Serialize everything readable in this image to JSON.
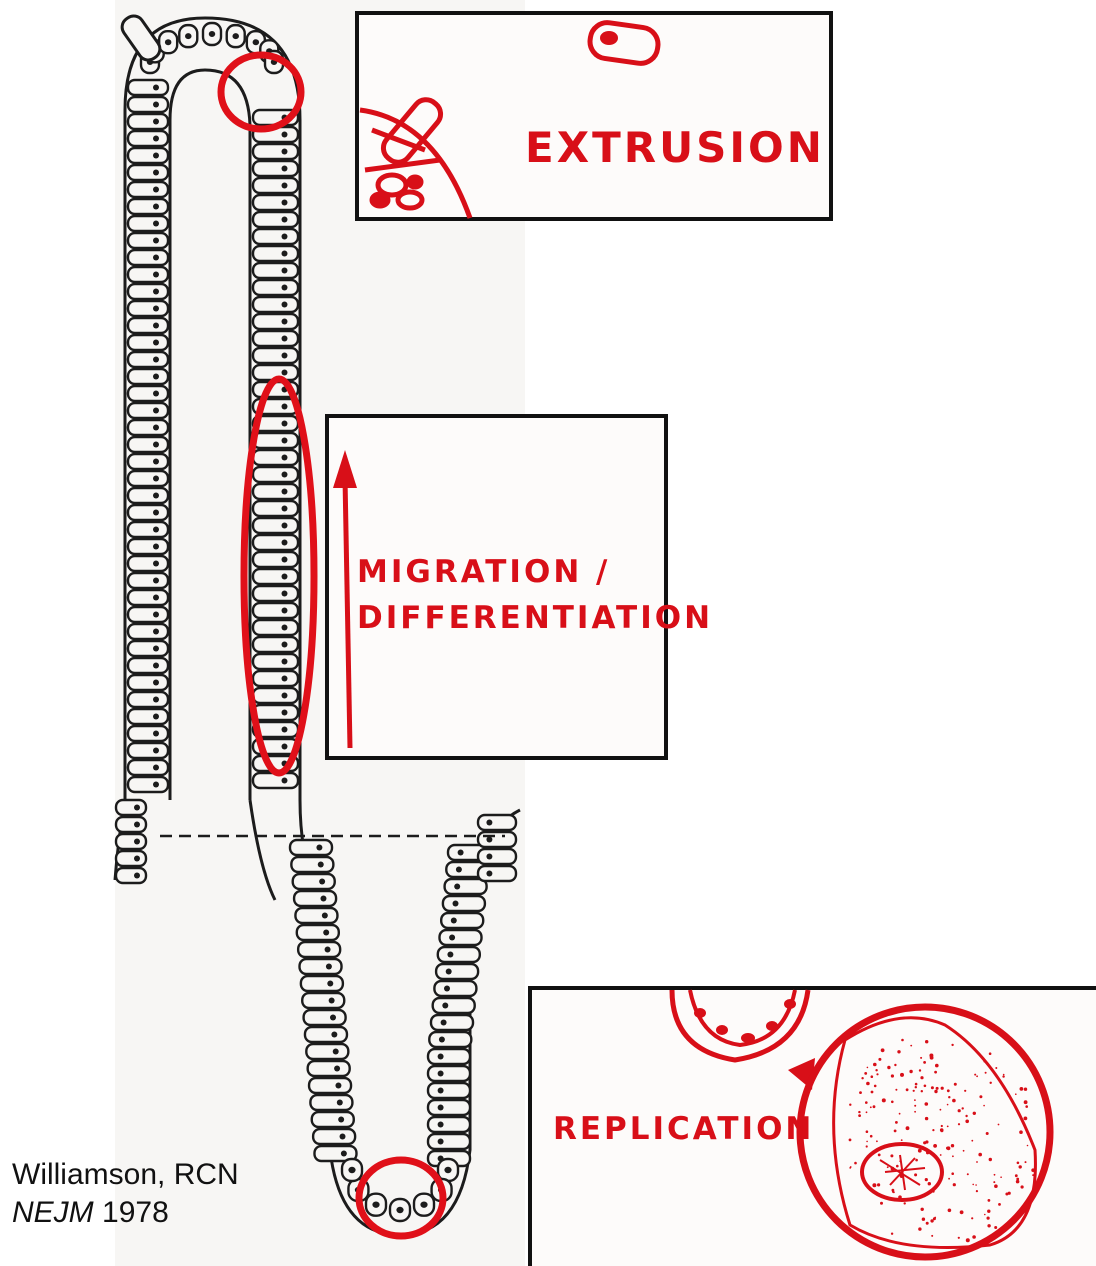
{
  "colors": {
    "ink": "#1c1c1c",
    "accent_red": "#e01019",
    "panel_fill": "#fdfbfa",
    "figure_fill": "#f7f6f4"
  },
  "panels": {
    "extrusion": {
      "label": "EXTRUSION"
    },
    "migration": {
      "label_line1": "MIGRATION /",
      "label_line2": "DIFFERENTIATION"
    },
    "replication": {
      "label": "REPLICATION"
    }
  },
  "citation": {
    "line1": "Williamson, RCN",
    "journal": "NEJM",
    "year": "1978"
  }
}
